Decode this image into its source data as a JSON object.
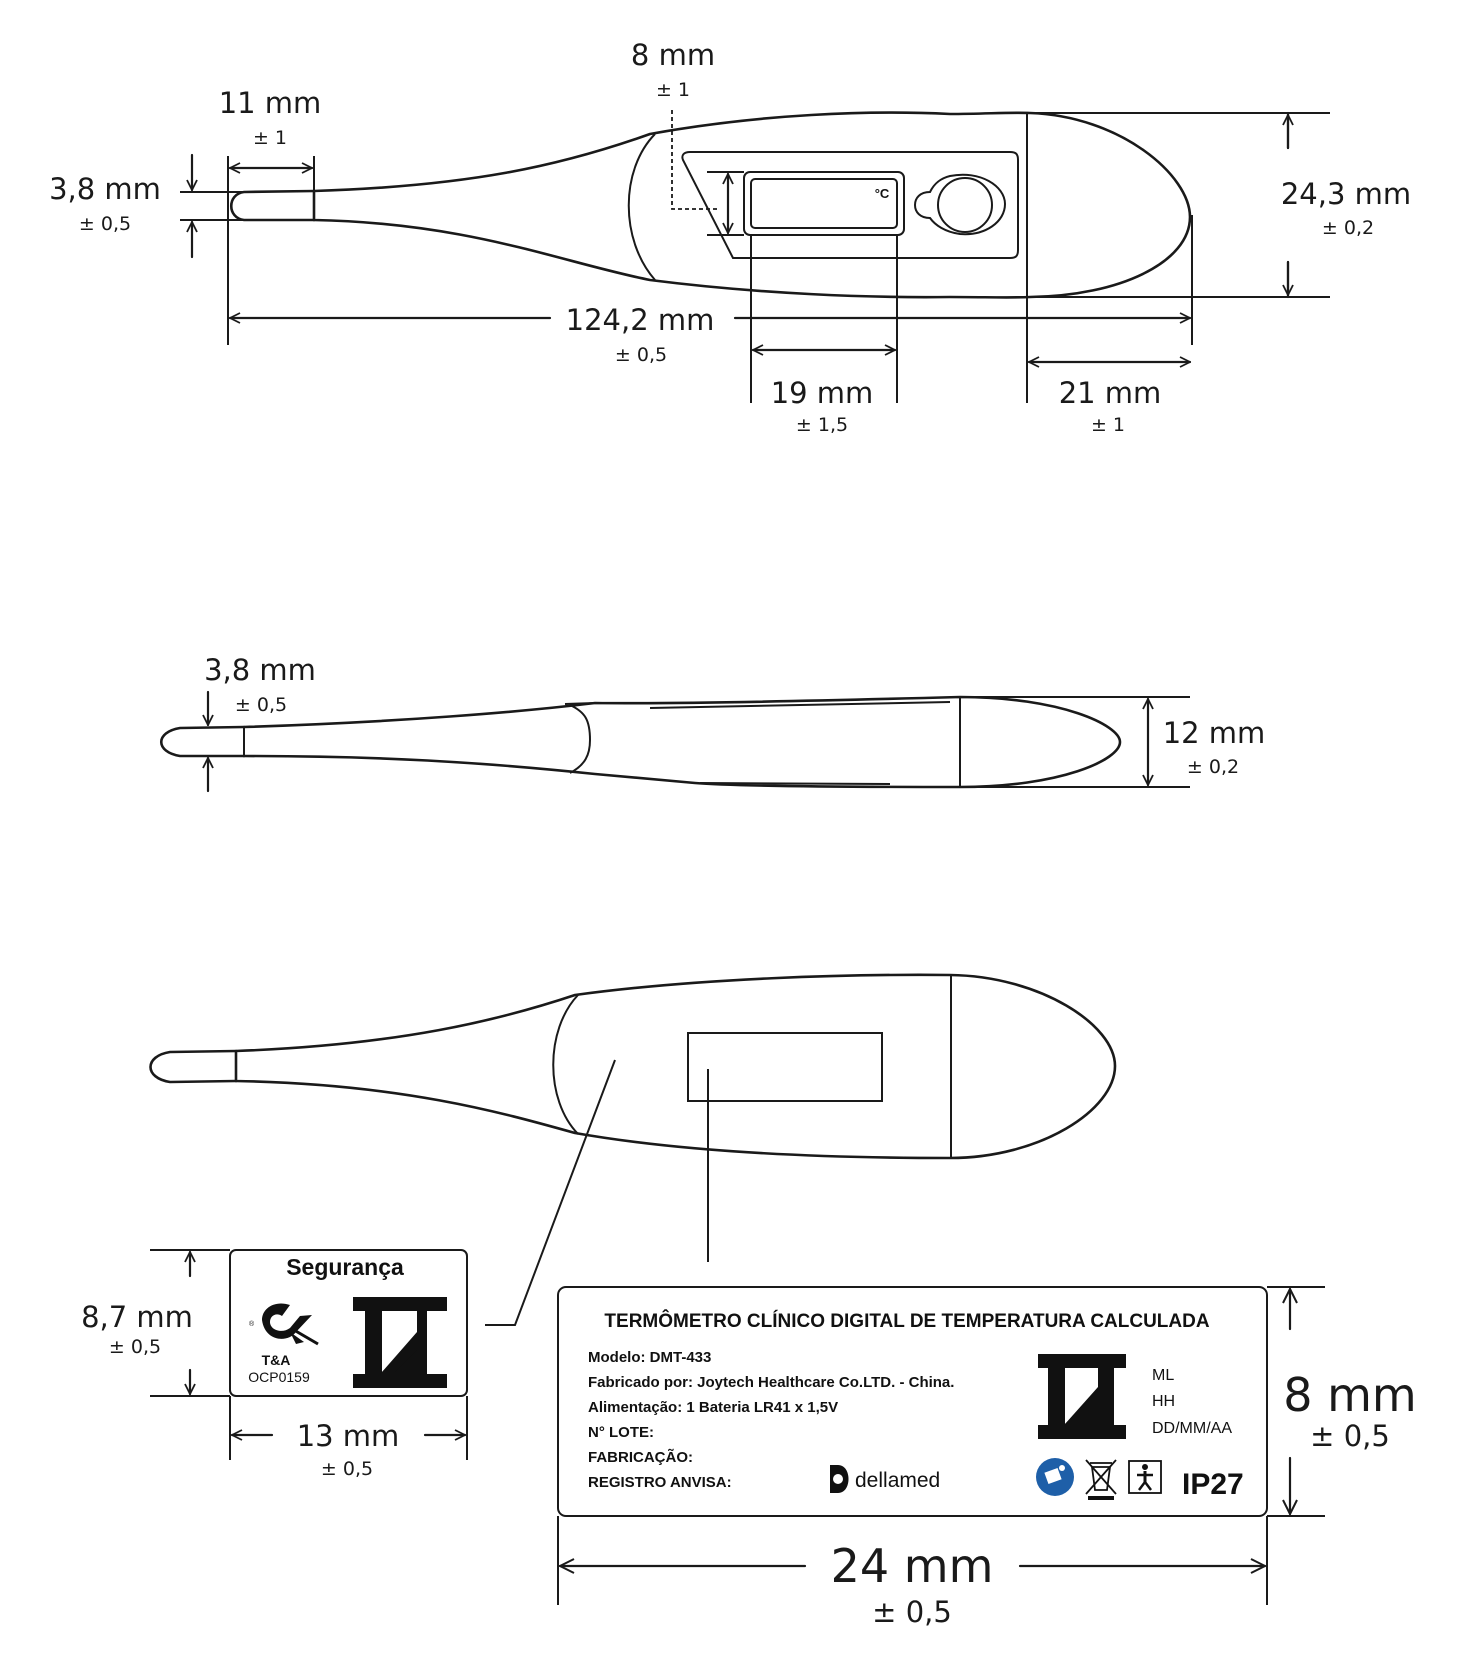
{
  "top_view": {
    "tip_length": {
      "value": "11 mm",
      "tol": "± 1"
    },
    "tip_width": {
      "value": "3,8 mm",
      "tol": "± 0,5"
    },
    "display_offset": {
      "value": "8 mm",
      "tol": "± 1"
    },
    "total_length": {
      "value": "124,2 mm",
      "tol": "± 0,5"
    },
    "display_width": {
      "value": "19 mm",
      "tol": "± 1,5"
    },
    "end_length": {
      "value": "21 mm",
      "tol": "± 1"
    },
    "body_width": {
      "value": "24,3 mm",
      "tol": "± 0,2"
    },
    "unit_symbol": "°C"
  },
  "side_view": {
    "tip_thickness": {
      "value": "3,8 mm",
      "tol": "± 0,5"
    },
    "body_thickness": {
      "value": "12 mm",
      "tol": "± 0,2"
    }
  },
  "safety_label": {
    "title": "Segurança",
    "cert_small": "®",
    "cert_logo_text": "T&A",
    "cert_code": "OCP0159",
    "height": {
      "value": "8,7 mm",
      "tol": "± 0,5"
    },
    "width": {
      "value": "13 mm",
      "tol": "± 0,5"
    }
  },
  "product_label": {
    "title": "TERMÔMETRO CLÍNICO DIGITAL DE TEMPERATURA CALCULADA",
    "lines": [
      "Modelo: DMT-433",
      "Fabricado por: Joytech Healthcare Co.LTD. - China.",
      "Alimentação: 1 Bateria LR41 x 1,5V",
      "N° LOTE:",
      "FABRICAÇÃO:",
      "REGISTRO ANVISA:"
    ],
    "codes": [
      "ML",
      "HH",
      "DD/MM/AA"
    ],
    "brand": "dellamed",
    "ip_rating": "IP27",
    "height": {
      "value": "8 mm",
      "tol": "± 0,5"
    },
    "width": {
      "value": "24 mm",
      "tol": "± 0,5"
    }
  }
}
